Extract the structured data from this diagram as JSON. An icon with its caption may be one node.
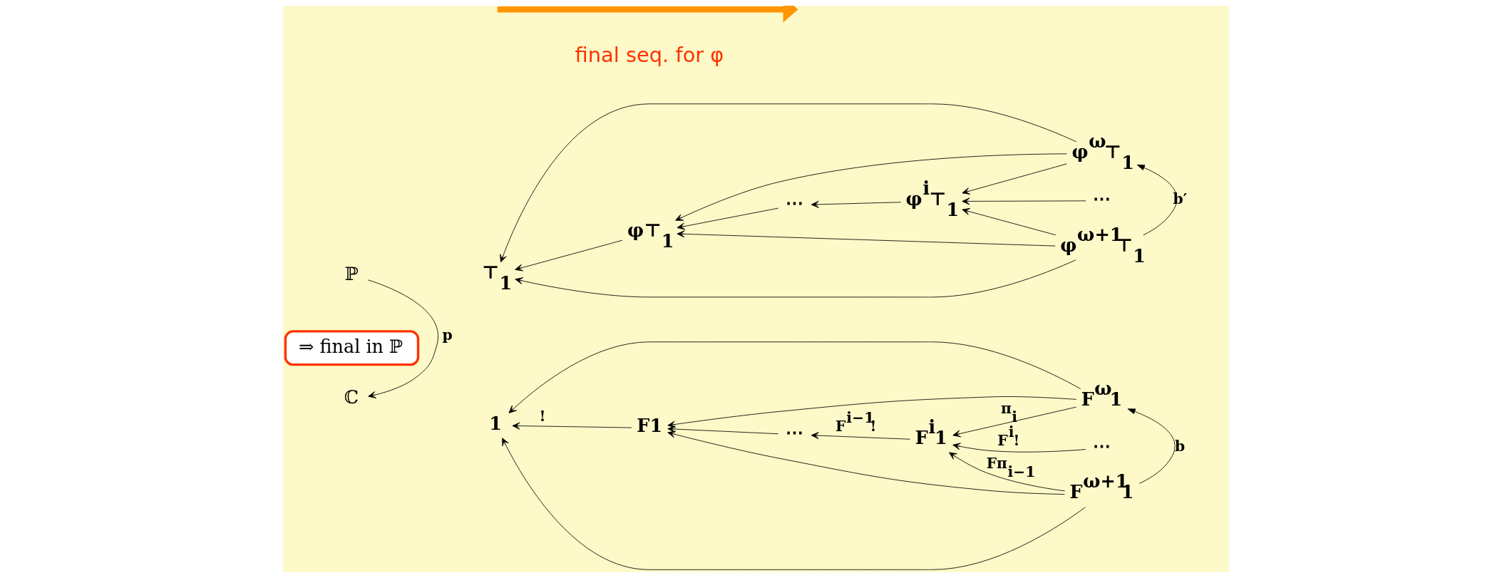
{
  "diagram": {
    "nodes": [
      {
        "text": [
          "⇒ final in ℙ"
        ]
      },
      {
        "text": [
          "ℙ"
        ]
      },
      {
        "text": [
          "ℂ"
        ]
      },
      {
        "text": [
          "⊤$_{1}$"
        ]
      },
      {
        "text": [
          "φ⊤$_{1}$"
        ]
      },
      {
        "text": [
          "⋯"
        ]
      },
      {
        "text": [
          "φ$^{i}$⊤$_{1}$"
        ]
      },
      {
        "text": [
          "⋯"
        ]
      },
      {
        "text": [
          "φ$^{ω}$⊤$_{1}$"
        ]
      },
      {
        "text": [
          "φ$^{ω+1}$⊤$_{1}$"
        ]
      },
      {
        "text": [
          "1"
        ]
      },
      {
        "text": [
          "F1"
        ]
      },
      {
        "text": [
          "⋯"
        ]
      },
      {
        "text": [
          "F$^{i}$1"
        ]
      },
      {
        "text": [
          "⋯"
        ]
      },
      {
        "text": [
          "F$^{ω}$1"
        ]
      },
      {
        "text": [
          "F$^{ω+1}$1"
        ]
      }
    ],
    "edges": [
      {
        "from": 1,
        "to": 2,
        "arrow": "to",
        "label": "p"
      },
      {
        "from": 4,
        "to": 3,
        "arrow": "to"
      },
      {
        "from": 5,
        "to": 4,
        "arrow": "to"
      },
      {
        "from": 6,
        "to": 5,
        "arrow": "to"
      },
      {
        "from": 7,
        "to": 6,
        "arrow": "to"
      },
      {
        "from": 8,
        "to": 3,
        "arrow": "to"
      },
      {
        "from": 8,
        "to": 4,
        "arrow": "to"
      },
      {
        "from": 8,
        "to": 6,
        "arrow": "to"
      },
      {
        "from": 9,
        "to": 3,
        "arrow": "to"
      },
      {
        "from": 9,
        "to": 4,
        "arrow": "to"
      },
      {
        "from": 9,
        "to": 6,
        "arrow": "to"
      },
      {
        "from": 9,
        "to": 8,
        "arrow": "to",
        "label": "b′"
      },
      {
        "from": 11,
        "to": 10,
        "arrow": "to",
        "label": "!"
      },
      {
        "from": 12,
        "to": 11,
        "arrow": "to"
      },
      {
        "from": 13,
        "to": 12,
        "arrow": "to",
        "label": "F$^{i−1}$!"
      },
      {
        "from": 14,
        "to": 13,
        "arrow": "to",
        "label": "F$^{i}$!"
      },
      {
        "from": 15,
        "to": 10,
        "arrow": "to"
      },
      {
        "from": 15,
        "to": 11,
        "arrow": "to"
      },
      {
        "from": 15,
        "to": 13,
        "arrow": "to",
        "label": "π$_{i}$"
      },
      {
        "from": 16,
        "to": 10,
        "arrow": "to"
      },
      {
        "from": 16,
        "to": 11,
        "arrow": "to"
      },
      {
        "from": 16,
        "to": 13,
        "arrow": "to",
        "label": "Fπ$_{i−1}$"
      },
      {
        "from": 16,
        "to": 15,
        "arrow": "to",
        "label": "b"
      }
    ],
    "labels": [
      "final seq. for φ"
    ]
  }
}
